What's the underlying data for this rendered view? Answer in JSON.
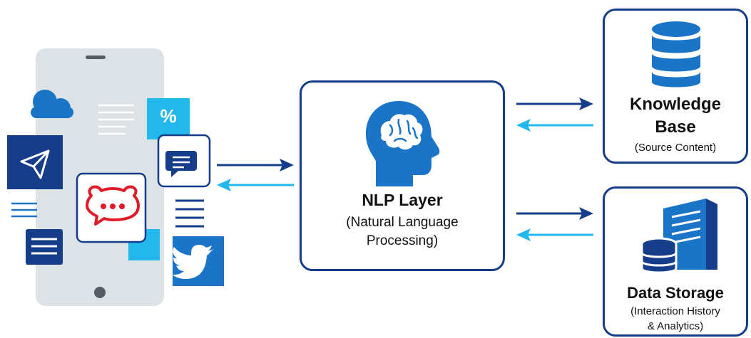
{
  "nlp": {
    "title": "NLP Layer",
    "subtitle_line1": "(Natural Language",
    "subtitle_line2": "Processing)"
  },
  "knowledge": {
    "title_line1": "Knowledge",
    "title_line2": "Base",
    "subtitle": "(Source Content)"
  },
  "storage": {
    "title": "Data Storage",
    "subtitle_line1": "(Interaction History",
    "subtitle_line2": "& Analytics)"
  },
  "phone": {
    "percent_tile": "%"
  },
  "colors": {
    "dark_blue": "#163d8a",
    "mid_blue": "#1a74c7",
    "light_blue": "#22b8ec",
    "red": "#e01c2b",
    "phone_gray": "#dde2e6"
  },
  "icons": [
    "cloud-icon",
    "send-icon",
    "percent-icon",
    "chat-icon",
    "rocketchat-icon",
    "twitter-icon",
    "brain-head-icon",
    "database-icon",
    "server-icon"
  ]
}
